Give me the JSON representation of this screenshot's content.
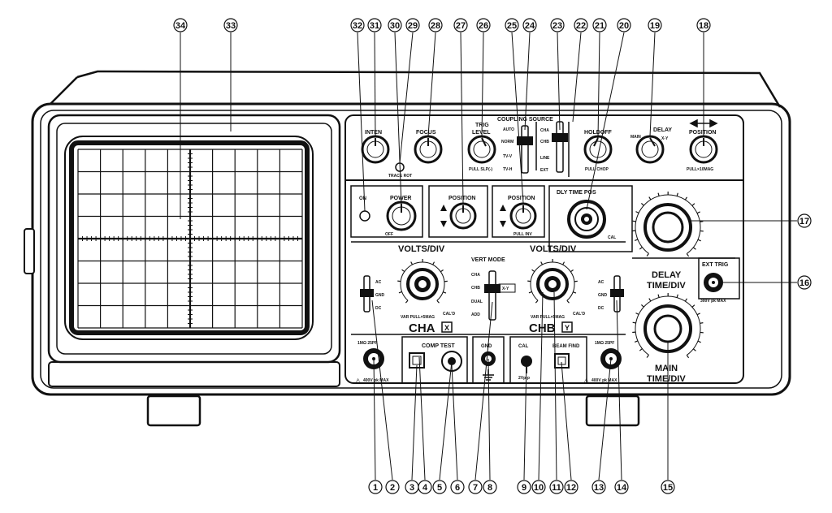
{
  "panel_labels": {
    "inten": "INTEN",
    "focus": "FOCUS",
    "trace_rot": "TRACE ROT",
    "trig_level": "TRIG",
    "trig_level_2": "LEVEL",
    "pull_slp": "PULL SLP(-)",
    "coupling_source": "COUPLING  SOURCE",
    "auto": "AUTO",
    "norm": "NORM",
    "tv_v": "TV-V",
    "tv_h": "TV-H",
    "cha_src": "CHA",
    "chb_src": "CHB",
    "line": "LINE",
    "ext": "EXT",
    "holdoff": "HOLDOFF",
    "pull_chop": "PULL CHOP",
    "main_delay": "MAIN",
    "delay": "DELAY",
    "xy": "X-Y",
    "position_h": "POSITION",
    "pull_10mag": "PULL×10MAG",
    "on": "ON",
    "power": "POWER",
    "off": "OFF",
    "position_a": "POSITION",
    "position_b": "POSITION",
    "pull_inv": "PULL INV",
    "dly_time_pos": "DLY TIME POS",
    "cal_small": "CAL",
    "delay_time_div": "DELAY",
    "delay_time_div_2": "TIME/DIV",
    "ext_trig": "EXT TRIG",
    "ext_trig_max": "300V pk MAX",
    "volts_div_a": "VOLTS/DIV",
    "volts_div_b": "VOLTS/DIV",
    "vert_mode": "VERT MODE",
    "cha_mode": "CHA",
    "chb_mode": "CHB",
    "dual": "DUAL",
    "add": "ADD",
    "xy_box": "X-Y",
    "ac_a": "AC",
    "gnd_a": "GND",
    "dc_a": "DC",
    "ac_b": "AC",
    "gnd_b": "GND",
    "dc_b": "DC",
    "var_a": "VAR PULL×5MAG",
    "var_b": "VAR PULL×5MAG",
    "cal_a": "CAL'D",
    "cal_b": "CAL'D",
    "cha": "CHA",
    "cha_x": "X",
    "chb": "CHB",
    "chb_y": "Y",
    "input_a": "1MΩ 25PF",
    "input_b": "1MΩ 25PF",
    "max_a": "400V pk MAX",
    "max_b": "400V pk MAX",
    "comp_test": "COMP TEST",
    "gnd_term": "GND",
    "cal_term": "CAL",
    "cal_volt": "2Vp-p",
    "beam_find": "BEAM FIND",
    "main_time_div": "MAIN",
    "main_time_div_2": "TIME/DIV"
  },
  "callouts_top": [
    "34",
    "33",
    "32",
    "31",
    "30",
    "29",
    "28",
    "27",
    "26",
    "25",
    "24",
    "23",
    "22",
    "21",
    "20",
    "19",
    "18"
  ],
  "callouts_bottom": [
    "1",
    "2",
    "3",
    "4",
    "5",
    "6",
    "7",
    "8",
    "9",
    "10",
    "11",
    "12",
    "13",
    "14",
    "15"
  ],
  "callouts_right": [
    "17",
    "16"
  ],
  "colors": {
    "ink": "#111111",
    "paper": "#ffffff",
    "screen": "#ffffff"
  }
}
